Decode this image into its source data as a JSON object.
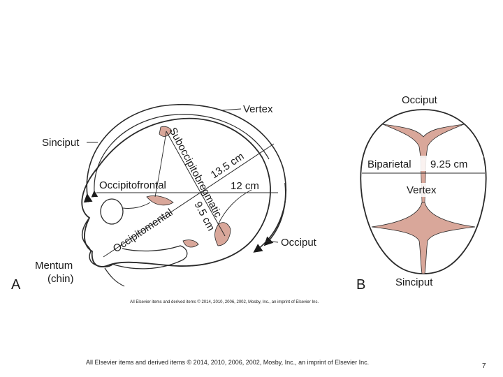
{
  "panel_a": {
    "letter": "A",
    "labels": {
      "vertex": "Vertex",
      "sinciput": "Sinciput",
      "occiput": "Occiput",
      "mentum": "Mentum",
      "chin": "(chin)"
    },
    "measurements": {
      "suboccipitobregmatic": "Suboccipitobregmatic",
      "suboccipitobregmatic_value": "9.5 cm",
      "occipitofrontal": "Occipitofrontal",
      "occipitofrontal_value": "12 cm",
      "occipitomental": "Occipitomental",
      "occipitomental_value": "13.5 cm"
    },
    "credit": "All Elsevier items and derived items © 2014, 2010, 2006, 2002, Mosby, Inc., an imprint of Elsevier Inc."
  },
  "panel_b": {
    "letter": "B",
    "labels": {
      "occiput": "Occiput",
      "sinciput": "Sinciput",
      "vertex": "Vertex",
      "biparietal": "Biparietal",
      "biparietal_value": "9.25 cm"
    }
  },
  "colors": {
    "fontanelle": "#d9a79a",
    "outline": "#2a2a2a",
    "skull_fill": "#ffffff"
  },
  "footer": {
    "credit": "All Elsevier items and derived items © 2014, 2010, 2006, 2002, Mosby, Inc., an imprint of Elsevier Inc.",
    "page_number": "7"
  }
}
